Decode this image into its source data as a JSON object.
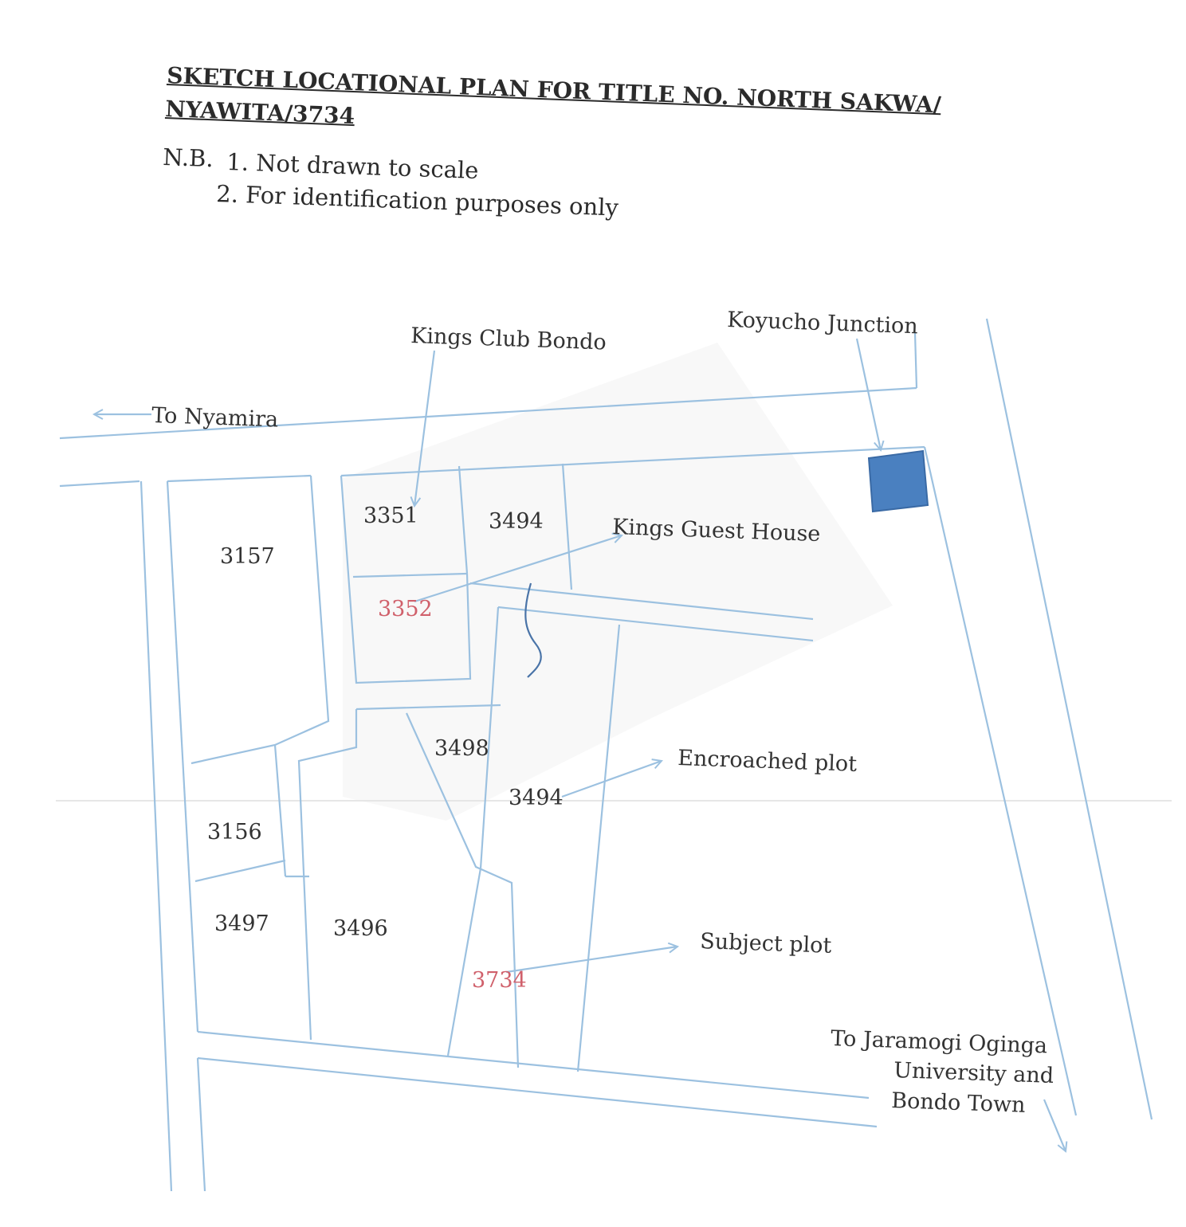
{
  "title": {
    "line1": "SKETCH LOCATIONAL PLAN FOR TITLE NO. NORTH SAKWA/",
    "line2": "NYAWITA/3734"
  },
  "notes": {
    "prefix": "N.B.",
    "note1": "1. Not drawn to scale",
    "note2": "2. For identification purposes only"
  },
  "landmarks": {
    "kings_club": "Kings Club Bondo",
    "koyucho": "Koyucho Junction",
    "to_nyamira": "To Nyamira",
    "kings_guest_house": "Kings Guest House",
    "encroached": "Encroached plot",
    "subject": "Subject plot",
    "to_jaramogi_1": "To Jaramogi Oginga",
    "to_jaramogi_2": "University and",
    "to_jaramogi_3": "Bondo Town"
  },
  "parcels": {
    "p3157": "3157",
    "p3351": "3351",
    "p3494_top": "3494",
    "p3352": "3352",
    "p3498": "3498",
    "p3494_mid": "3494",
    "p3156": "3156",
    "p3497": "3497",
    "p3496": "3496",
    "p3734": "3734"
  },
  "colors": {
    "boundary": "#9cc1e0",
    "junction_marker": "#4a80c0",
    "highlight_parcel": "#d0606b",
    "text": "#333333"
  }
}
